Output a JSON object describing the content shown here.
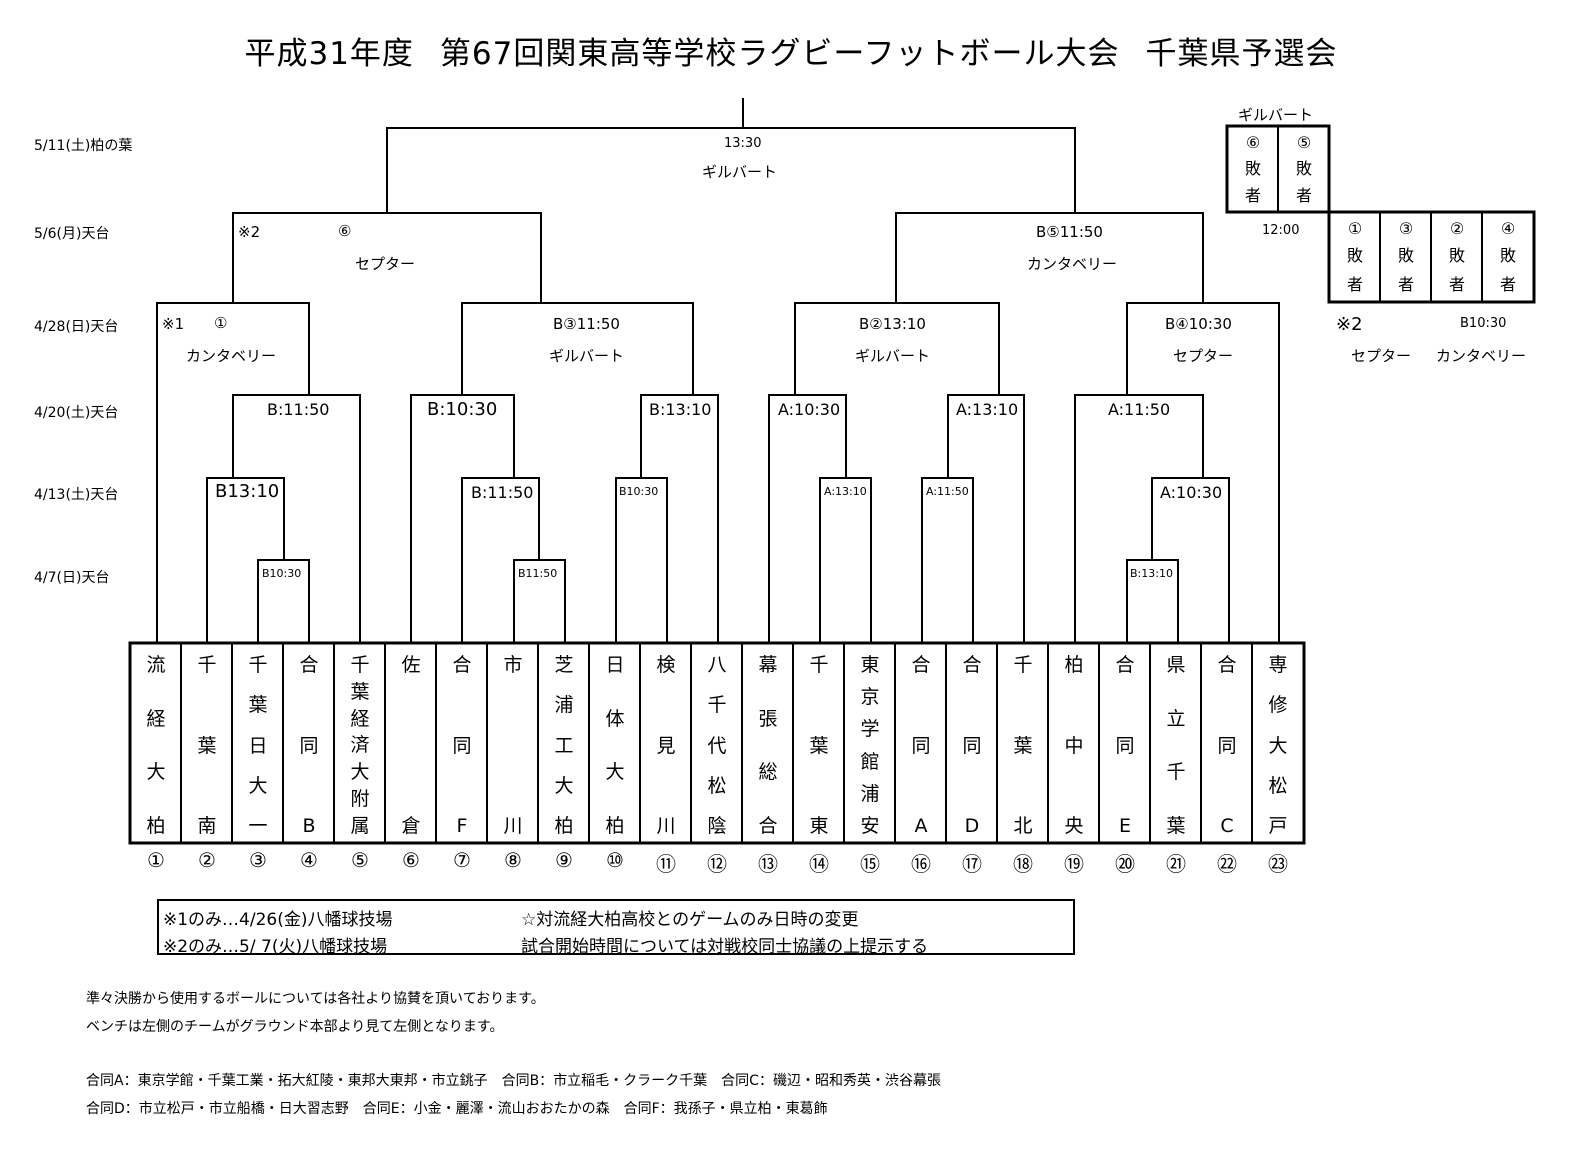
{
  "title": {
    "part1": "平成31年度",
    "part2": "第67回関東高等学校ラグビーフットボール大会",
    "part3": "千葉県予選会"
  },
  "dates": [
    {
      "label": "5/11(土)柏の葉"
    },
    {
      "label": "5/6(月)天台"
    },
    {
      "label": "4/28(日)天台"
    },
    {
      "label": "4/20(土)天台"
    },
    {
      "label": "4/13(土)天台"
    },
    {
      "label": "4/7(日)天台"
    }
  ],
  "final": {
    "time": "13:30",
    "sponsor": "ギルバート"
  },
  "semi_left": {
    "mark": "※2",
    "game": "⑥",
    "sponsor": "セプター"
  },
  "semi_right": {
    "time": "B⑤11:50",
    "sponsor": "カンタベリー"
  },
  "qf": [
    {
      "mark": "※1",
      "game": "①",
      "sponsor": "カンタベリー"
    },
    {
      "time": "B③11:50",
      "sponsor": "ギルバート"
    },
    {
      "time": "B②13:10",
      "sponsor": "ギルバート"
    },
    {
      "time": "B④10:30",
      "sponsor": "セプター"
    }
  ],
  "r16": [
    "B:11:50",
    "B:10:30",
    "B:13:10",
    "A:10:30",
    "A:13:10",
    "A:11:50"
  ],
  "r32": [
    "B13:10",
    "B:11:50",
    "B10:30",
    "A:13:10",
    "A:11:50",
    "A:10:30"
  ],
  "r64": [
    "B10:30",
    "B11:50",
    "B:13:10"
  ],
  "consolation": {
    "sponsor_top": "ギルバート",
    "time_mid": "12:00",
    "top_boxes": [
      {
        "num": "⑥",
        "c1": "敗",
        "c2": "者"
      },
      {
        "num": "⑤",
        "c1": "敗",
        "c2": "者"
      }
    ],
    "bottom_boxes": [
      {
        "num": "①",
        "c1": "敗",
        "c2": "者"
      },
      {
        "num": "③",
        "c1": "敗",
        "c2": "者"
      },
      {
        "num": "②",
        "c1": "敗",
        "c2": "者"
      },
      {
        "num": "④",
        "c1": "敗",
        "c2": "者"
      }
    ],
    "mark": "※2",
    "time_bottom": "B10:30",
    "sponsor_left": "セプター",
    "sponsor_right": "カンタベリー"
  },
  "teams": [
    {
      "name": [
        "流",
        "経",
        "大",
        "柏"
      ],
      "num": "①"
    },
    {
      "name": [
        "千",
        "葉",
        "南"
      ],
      "num": "②"
    },
    {
      "name": [
        "千",
        "葉",
        "日",
        "大",
        "一"
      ],
      "num": "③"
    },
    {
      "name": [
        "合",
        "同",
        "B"
      ],
      "num": "④"
    },
    {
      "name": [
        "千",
        "葉",
        "経",
        "済",
        "大",
        "附",
        "属"
      ],
      "num": "⑤"
    },
    {
      "name": [
        "佐",
        "倉"
      ],
      "num": "⑥"
    },
    {
      "name": [
        "合",
        "同",
        "F"
      ],
      "num": "⑦"
    },
    {
      "name": [
        "市",
        "川"
      ],
      "num": "⑧"
    },
    {
      "name": [
        "芝",
        "浦",
        "工",
        "大",
        "柏"
      ],
      "num": "⑨"
    },
    {
      "name": [
        "日",
        "体",
        "大",
        "柏"
      ],
      "num": "⑩"
    },
    {
      "name": [
        "検",
        "見",
        "川"
      ],
      "num": "⑪"
    },
    {
      "name": [
        "八",
        "千",
        "代",
        "松",
        "陰"
      ],
      "num": "⑫"
    },
    {
      "name": [
        "幕",
        "張",
        "総",
        "合"
      ],
      "num": "⑬"
    },
    {
      "name": [
        "千",
        "葉",
        "東"
      ],
      "num": "⑭"
    },
    {
      "name": [
        "東",
        "京",
        "学",
        "館",
        "浦",
        "安"
      ],
      "num": "⑮"
    },
    {
      "name": [
        "合",
        "同",
        "A"
      ],
      "num": "⑯"
    },
    {
      "name": [
        "合",
        "同",
        "D"
      ],
      "num": "⑰"
    },
    {
      "name": [
        "千",
        "葉",
        "北"
      ],
      "num": "⑱"
    },
    {
      "name": [
        "柏",
        "中",
        "央"
      ],
      "num": "⑲"
    },
    {
      "name": [
        "合",
        "同",
        "E"
      ],
      "num": "⑳"
    },
    {
      "name": [
        "県",
        "立",
        "千",
        "葉"
      ],
      "num": "㉑"
    },
    {
      "name": [
        "合",
        "同",
        "C"
      ],
      "num": "㉒"
    },
    {
      "name": [
        "専",
        "修",
        "大",
        "松",
        "戸"
      ],
      "num": "㉓"
    }
  ],
  "notes": {
    "n1": "※1のみ…4/26(金)八幡球技場",
    "n2": "※2のみ…5/ 7(火)八幡球技場",
    "n3": "☆対流経大柏高校とのゲームのみ日時の変更",
    "n4": "試合開始時間については対戦校同士協議の上提示する"
  },
  "footer": {
    "l1": "準々決勝から使用するボールについては各社より協賛を頂いております。",
    "l2": "ベンチは左側のチームがグラウンド本部より見て左側となります。",
    "l3": "合同A：東京学館・千葉工業・拓大紅陵・東邦大東邦・市立銚子　合同B：市立稲毛・クラーク千葉　合同C：磯辺・昭和秀英・渋谷幕張",
    "l4": "合同D：市立松戸・市立船橋・日大習志野　合同E：小金・麗澤・流山おおたかの森　合同F：我孫子・県立柏・東葛飾"
  }
}
